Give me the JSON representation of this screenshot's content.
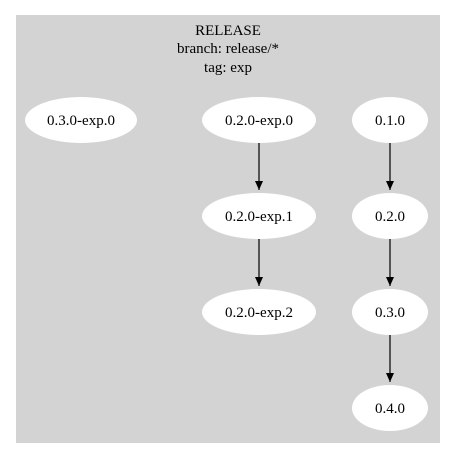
{
  "cluster": {
    "title": "RELEASE",
    "branch_line": "branch: release/*",
    "tag_line": "tag: exp",
    "fill_color": "#d3d3d3",
    "node_fill_color": "#ffffff",
    "edge_color": "#000000"
  },
  "nodes": {
    "v030_exp0": "0.3.0-exp.0",
    "v020_exp0": "0.2.0-exp.0",
    "v020_exp1": "0.2.0-exp.1",
    "v020_exp2": "0.2.0-exp.2",
    "v010": "0.1.0",
    "v020": "0.2.0",
    "v030": "0.3.0",
    "v040": "0.4.0"
  },
  "edges": [
    {
      "from": "0.2.0-exp.0",
      "to": "0.2.0-exp.1"
    },
    {
      "from": "0.2.0-exp.1",
      "to": "0.2.0-exp.2"
    },
    {
      "from": "0.1.0",
      "to": "0.2.0"
    },
    {
      "from": "0.2.0",
      "to": "0.3.0"
    },
    {
      "from": "0.3.0",
      "to": "0.4.0"
    }
  ]
}
